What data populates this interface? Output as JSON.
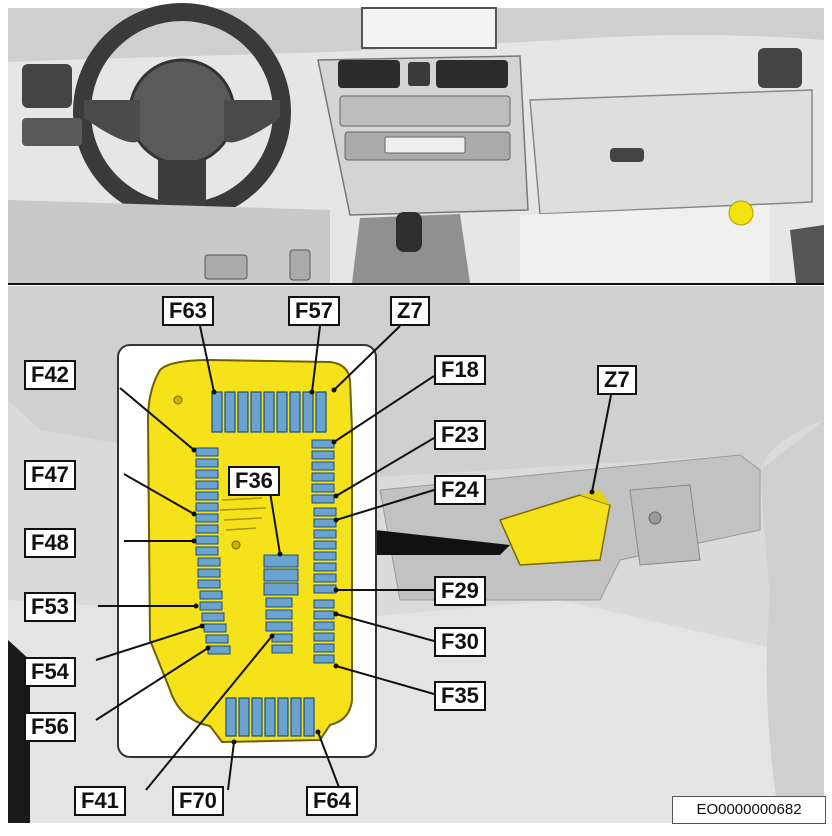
{
  "colors": {
    "fuse_box": "#f5e21a",
    "fuse": "#6aa3cf",
    "interior": "#d9d9d9",
    "indicator_dot": "#f2e20f"
  },
  "labels": {
    "F63": "F63",
    "F57": "F57",
    "Z7_box": "Z7",
    "Z7_mount": "Z7",
    "F42": "F42",
    "F18": "F18",
    "F23": "F23",
    "F47": "F47",
    "F36": "F36",
    "F24": "F24",
    "F48": "F48",
    "F29": "F29",
    "F53": "F53",
    "F30": "F30",
    "F54": "F54",
    "F35": "F35",
    "F56": "F56",
    "F41": "F41",
    "F70": "F70",
    "F64": "F64"
  },
  "document_id": "EO0000000682"
}
